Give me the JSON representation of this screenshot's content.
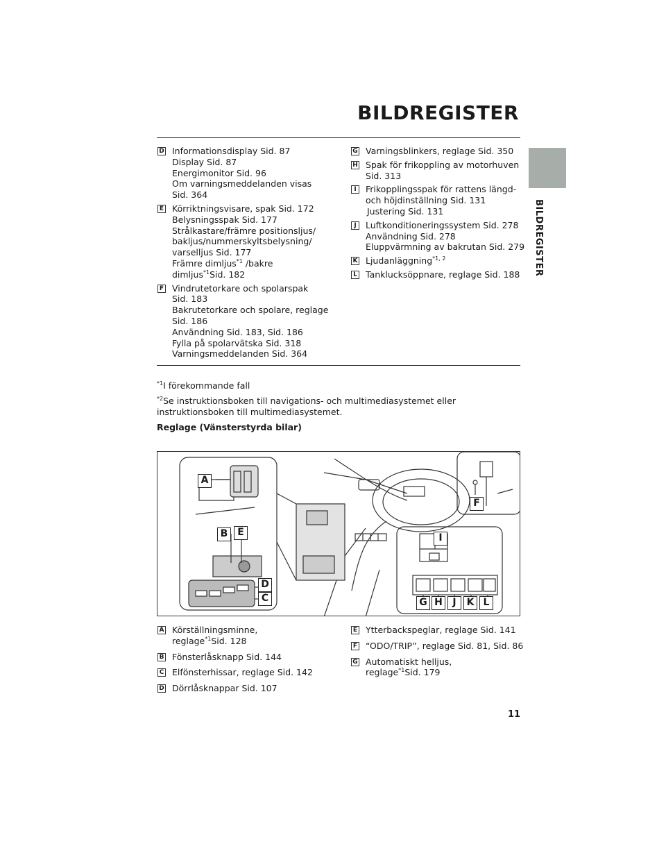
{
  "header": {
    "title": "BILDREGISTER",
    "side_tab_label": "BILDREGISTER"
  },
  "upper_left": [
    {
      "key": "D",
      "lines": [
        "Informationsdisplay Sid. 87",
        "Display Sid. 87",
        "Energimonitor Sid. 96",
        "Om varningsmeddelanden visas",
        "Sid. 364"
      ]
    },
    {
      "key": "E",
      "lines": [
        "Körriktningsvisare, spak Sid. 172",
        "Belysningsspak Sid. 177",
        "Strålkastare/främre positionsljus/",
        "bakljus/nummerskyltsbelysning/",
        "varselljus Sid. 177",
        "Främre dimljus",
        "dimljus"
      ]
    },
    {
      "key": "F",
      "lines": [
        "Vindrutetorkare och spolarspak",
        "Sid. 183",
        "Bakrutetorkare och spolare, reglage",
        "Sid. 186",
        "Användning Sid. 183, Sid. 186",
        "Fylla på spolarvätska Sid. 318",
        "Varningsmeddelanden Sid. 364"
      ]
    }
  ],
  "fog_text": {
    "fog_sup": "*1",
    "fog_suffix": " /bakre",
    "rear_sup": "*1",
    "rear_suffix": "Sid. 182"
  },
  "upper_right": [
    {
      "key": "G",
      "lines": [
        "Varningsblinkers, reglage Sid. 350"
      ]
    },
    {
      "key": "H",
      "lines": [
        "Spak för frikoppling av motorhuven",
        "Sid. 313"
      ]
    },
    {
      "key": "I",
      "lines": [
        "Frikopplingsspak för rattens längd-",
        "och höjdinställning Sid. 131",
        "Justering Sid. 131"
      ]
    },
    {
      "key": "J",
      "lines": [
        "Luftkonditioneringssystem Sid. 278",
        "Användning Sid. 278",
        "Eluppvärmning av bakrutan Sid. 279"
      ]
    },
    {
      "key": "K",
      "lines": [
        "Ljudanläggning"
      ],
      "sup": "*1, 2"
    },
    {
      "key": "L",
      "lines": [
        "Tanklucksöppnare, reglage Sid. 188"
      ]
    }
  ],
  "notes": {
    "note1_sup": "*1",
    "note1": "I förekommande fall",
    "note2_sup": "*2",
    "note2": "Se instruktionsboken till navigations- och multimediasystemet eller instruktionsboken till multimediasystemet.",
    "section_heading": "Reglage (Vänsterstyrda bilar)"
  },
  "figure_callouts": [
    "A",
    "B",
    "E",
    "D",
    "C",
    "F",
    "I",
    "G",
    "H",
    "J",
    "K",
    "L"
  ],
  "bottom_left": [
    {
      "key": "A",
      "lines": [
        "Körställningsminne,",
        "reglage"
      ],
      "sup": "*1",
      "suffix": "Sid. 128"
    },
    {
      "key": "B",
      "lines": [
        "Fönsterlåsknapp Sid. 144"
      ]
    },
    {
      "key": "C",
      "lines": [
        "Elfönsterhissar, reglage Sid. 142"
      ]
    },
    {
      "key": "D",
      "lines": [
        "Dörrlåsknappar Sid. 107"
      ]
    }
  ],
  "bottom_right": [
    {
      "key": "E",
      "lines": [
        "Ytterbackspeglar, reglage Sid. 141"
      ]
    },
    {
      "key": "F",
      "lines": [
        "“ODO/TRIP”, reglage Sid. 81, Sid. 86"
      ]
    },
    {
      "key": "G",
      "lines": [
        "Automatiskt helljus,",
        "reglage"
      ],
      "sup": "*1",
      "suffix": "Sid. 179"
    }
  ],
  "page_number": "11",
  "colors": {
    "side_tab": "#a7aeaa",
    "text": "#1a1a1a"
  }
}
